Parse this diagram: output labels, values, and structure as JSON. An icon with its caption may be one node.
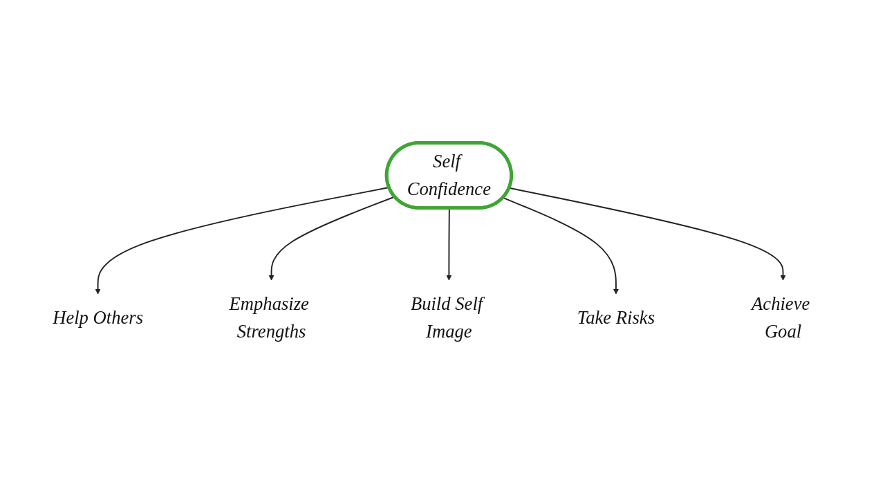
{
  "diagram": {
    "nodes": [
      {
        "text": [
          "Self Confidence"
        ]
      },
      {
        "text": [
          "Help Others"
        ]
      },
      {
        "text": [
          "Emphasize Strengths"
        ]
      },
      {
        "text": [
          "Build Self Image"
        ]
      },
      {
        "text": [
          "Take Risks"
        ]
      },
      {
        "text": [
          "Achieve Goal"
        ]
      }
    ],
    "edges": [
      {
        "from": 0,
        "to": 1,
        "arrow": "to"
      },
      {
        "from": 0,
        "to": 2,
        "arrow": "to"
      },
      {
        "from": 0,
        "to": 3,
        "arrow": "to"
      },
      {
        "from": 0,
        "to": 4,
        "arrow": "to"
      },
      {
        "from": 0,
        "to": 5,
        "arrow": "to"
      }
    ]
  }
}
